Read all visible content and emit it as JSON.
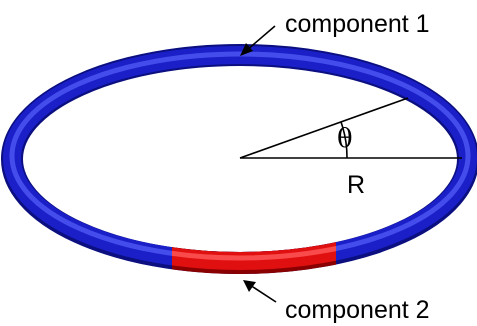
{
  "labels": {
    "component_1": "component 1",
    "component_2": "component 2",
    "theta": "θ",
    "radius": "R"
  },
  "colors": {
    "ring_main": "#1a1fc8",
    "ring_segment": "#e01010",
    "line": "#000000",
    "background": "#ffffff"
  }
}
